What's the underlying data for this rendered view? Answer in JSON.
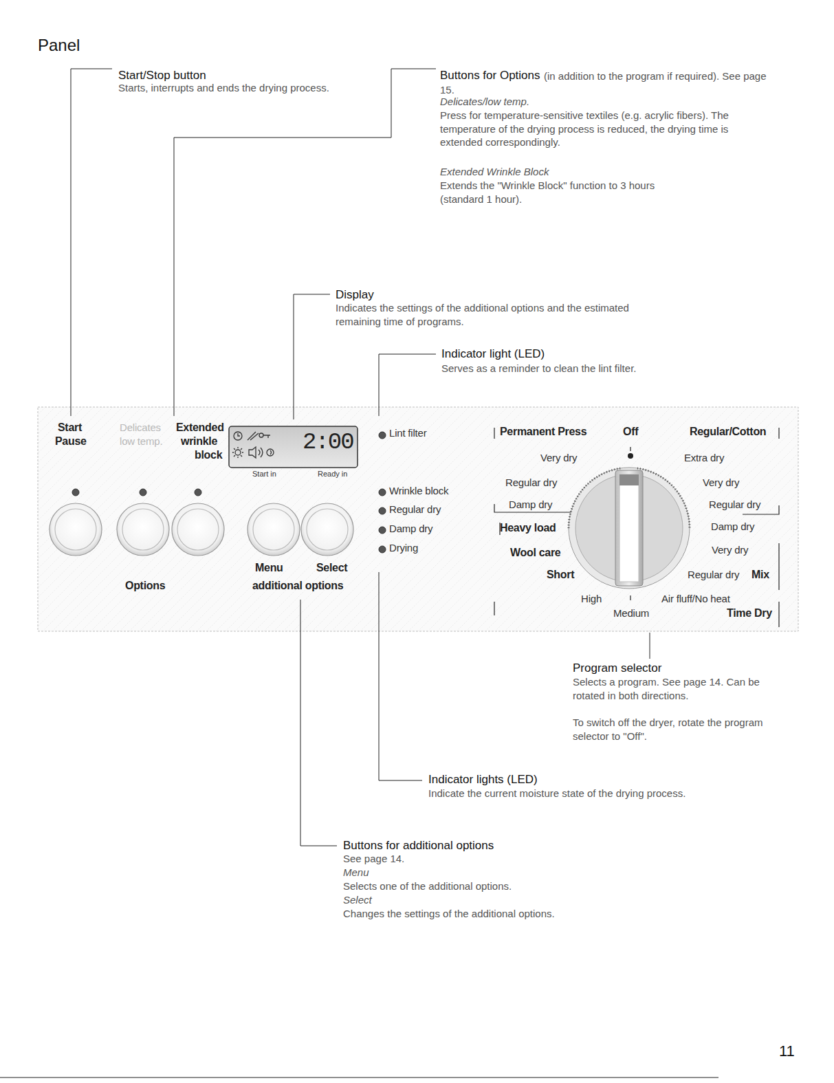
{
  "diagram": {
    "labels": [
      "Panel",
      "Start/Stop button",
      "Starts, interrupts and ends the drying process.",
      "Buttons for Options",
      "(in addition to the program if required). See page 15.",
      "Delicates/low temp.",
      "Press for temperature-sensitive textiles (e.g. acrylic fibers). The temperature of the drying process is reduced, the drying time is extended correspondingly.",
      "Extended Wrinkle Block",
      "Extends the \"Wrinkle Block\" function to 3 hours (standard 1 hour).",
      "Display",
      "Indicates the settings of the additional options and the estimated remaining time of programs.",
      "Indicator light (LED)",
      "Serves as a reminder to clean the lint filter.",
      "Start",
      "Pause",
      "Delicates",
      "low temp.",
      "Extended",
      "wrinkle",
      "block",
      "2:00",
      "Start in",
      "Ready in",
      "Menu",
      "Select",
      "Options",
      "additional options",
      "Lint filter",
      "Wrinkle block",
      "Regular dry",
      "Damp dry",
      "Drying",
      "Permanent Press",
      "Off",
      "Regular/Cotton",
      "Very dry",
      "Regular dry",
      "Damp dry",
      "Heavy load",
      "Wool care",
      "Short",
      "Extra dry",
      "Very dry",
      "Regular dry",
      "Damp dry",
      "Very dry",
      "Regular dry",
      "Mix",
      "High",
      "Air fluff/No heat",
      "Medium",
      "Time Dry",
      "Program selector",
      "Selects a program. See page 14. Can be rotated in both directions.",
      "To switch off the dryer, rotate the program selector to \"Off\".",
      "Indicator lights (LED)",
      "Indicate the current moisture state of the drying process.",
      "Buttons for additional options",
      "See page 14.",
      "Menu",
      "Selects one of the additional options.",
      "Select",
      "Changes the settings of the additional options.",
      "11"
    ]
  }
}
